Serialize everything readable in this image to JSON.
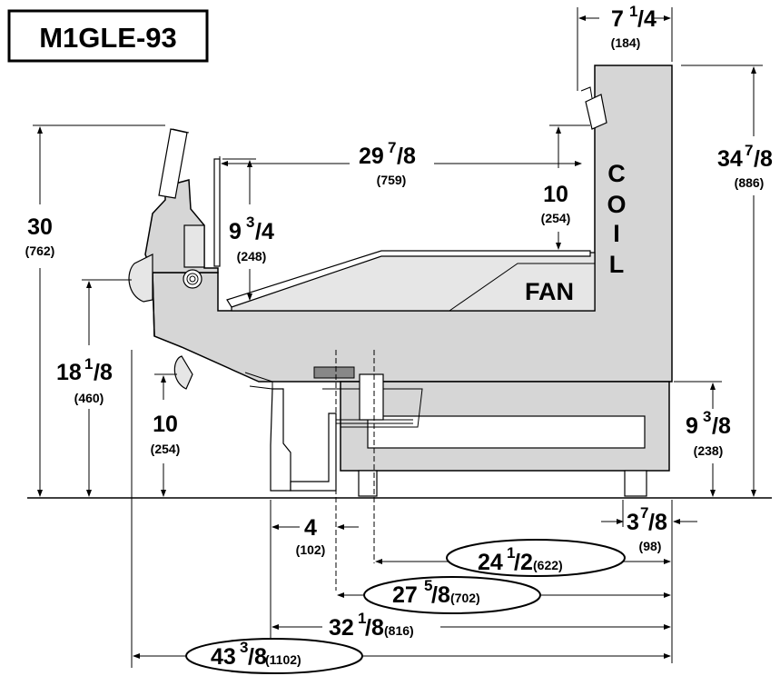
{
  "model": "M1GLE-93",
  "labels": {
    "coil": [
      "C",
      "O",
      "I",
      "L"
    ],
    "fan": "FAN"
  },
  "dimensions": {
    "top_offset": {
      "whole": "7",
      "fraction_num": "1",
      "fraction_den": "/4",
      "mm": "(184)"
    },
    "overall_height": {
      "whole": "34",
      "fraction_num": "7",
      "fraction_den": "/8",
      "mm": "(886)"
    },
    "shelf_width": {
      "whole": "29",
      "fraction_num": "7",
      "fraction_den": "/8",
      "mm": "(759)"
    },
    "coil_clearance": {
      "whole": "10",
      "mm": "(254)"
    },
    "front_panel": {
      "whole": "9",
      "fraction_num": "3",
      "fraction_den": "/4",
      "mm": "(248)"
    },
    "front_height": {
      "whole": "30",
      "mm": "(762)"
    },
    "counter_height": {
      "whole": "18",
      "fraction_num": "1",
      "fraction_den": "/8",
      "mm": "(460)"
    },
    "door_height": {
      "whole": "10",
      "mm": "(254)"
    },
    "base_height": {
      "whole": "9",
      "fraction_num": "3",
      "fraction_den": "/8",
      "mm": "(238)"
    },
    "front_offset": {
      "whole": "4",
      "mm": "(102)"
    },
    "rear_offset": {
      "whole": "3",
      "fraction_num": "7",
      "fraction_den": "/8",
      "mm": "(98)"
    },
    "base_depth": {
      "whole": "24",
      "fraction_num": "1",
      "fraction_den": "/2",
      "mm": "(622)"
    },
    "base_depth_2": {
      "whole": "27",
      "fraction_num": "5",
      "fraction_den": "/8",
      "mm": "(702)"
    },
    "body_depth": {
      "whole": "32",
      "fraction_num": "1",
      "fraction_den": "/8",
      "mm": "(816)"
    },
    "overall_depth": {
      "whole": "43",
      "fraction_num": "3",
      "fraction_den": "/8",
      "mm": "(1102)"
    }
  }
}
